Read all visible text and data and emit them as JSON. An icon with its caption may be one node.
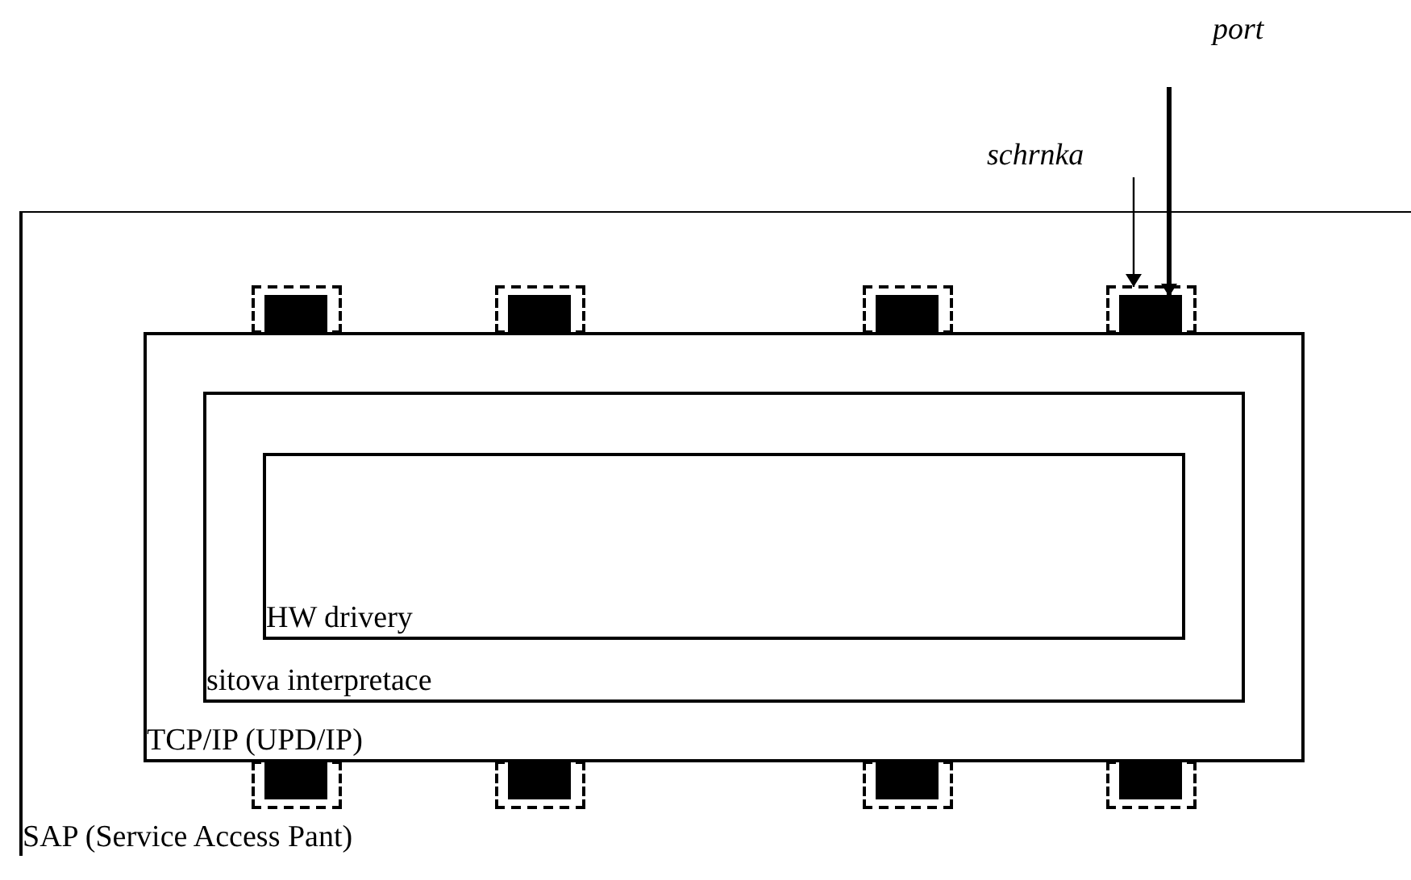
{
  "diagram": {
    "nodes": [
      {
        "text": [
          "SAP (Service Access Pant)"
        ]
      },
      {
        "text": [
          "TCP/IP (UPD/IP)"
        ],
        "in": 0
      },
      {
        "text": [
          "sitova interpretace"
        ],
        "in": 1
      },
      {
        "text": [
          "HW drivery"
        ],
        "in": 2
      },
      {
        "text": [
          "schrnka"
        ]
      },
      {
        "text": [
          "port"
        ]
      },
      {
        "text": [],
        "shape": "box",
        "in": 0
      },
      {
        "text": [],
        "shape": "box",
        "in": 6
      },
      {
        "text": [],
        "shape": "box",
        "in": 0
      },
      {
        "text": [],
        "shape": "box",
        "in": 8
      },
      {
        "text": [],
        "shape": "box",
        "in": 0
      },
      {
        "text": [],
        "shape": "box",
        "in": 10
      },
      {
        "text": [],
        "shape": "box",
        "in": 0
      },
      {
        "text": [],
        "shape": "box",
        "in": 12
      },
      {
        "text": [],
        "shape": "box",
        "in": 0
      },
      {
        "text": [],
        "shape": "box",
        "in": 14
      },
      {
        "text": [],
        "shape": "box",
        "in": 0
      },
      {
        "text": [],
        "shape": "box",
        "in": 16
      },
      {
        "text": [],
        "shape": "box",
        "in": 0
      },
      {
        "text": [],
        "shape": "box",
        "in": 18
      },
      {
        "text": [],
        "shape": "box",
        "in": 0
      },
      {
        "text": [],
        "shape": "box",
        "in": 20
      }
    ],
    "edges": [
      {
        "from": 4,
        "to": 12,
        "arrow": "to"
      },
      {
        "from": 5,
        "to": 13,
        "arrow": "to",
        "style": "thick"
      }
    ]
  }
}
